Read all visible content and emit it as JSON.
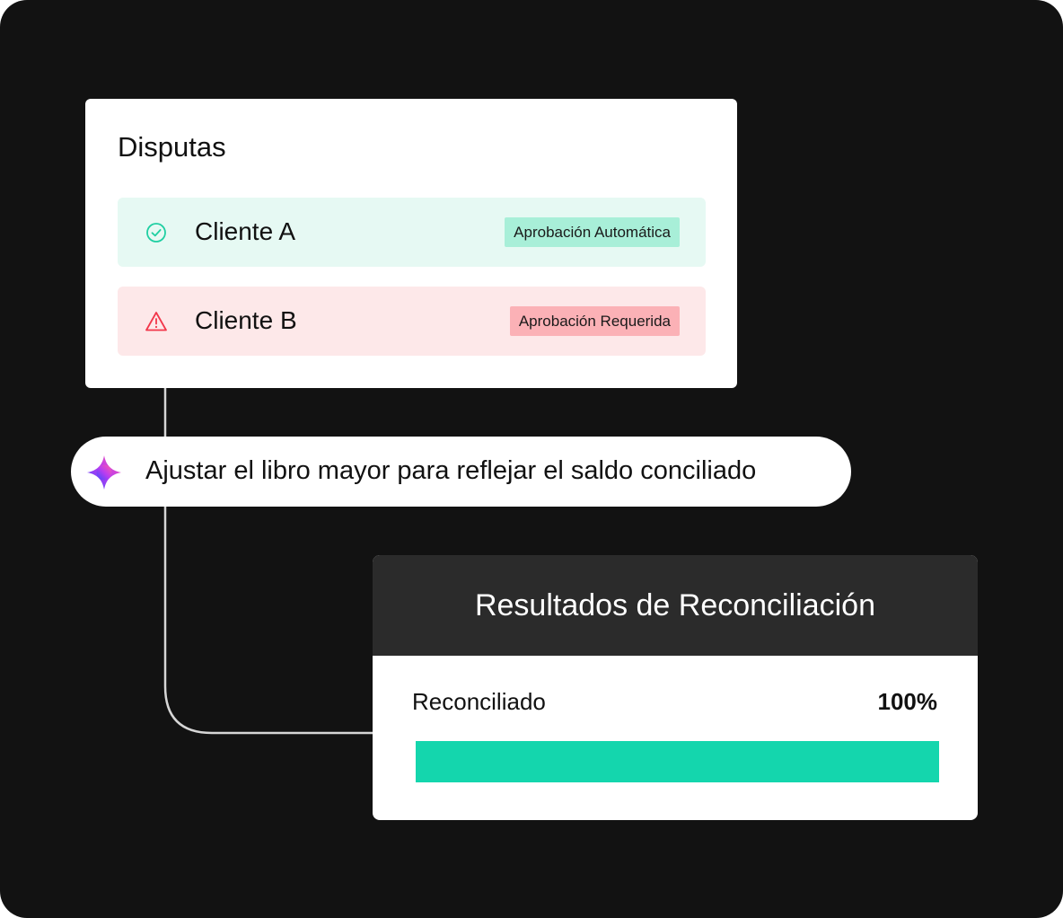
{
  "disputes": {
    "title": "Disputas",
    "clients": [
      {
        "name": "Cliente A",
        "status": "Aprobación Automática",
        "icon": "check-circle-icon",
        "color": "#1fcfa2"
      },
      {
        "name": "Cliente B",
        "status": "Aprobación Requerida",
        "icon": "warning-triangle-icon",
        "color": "#f2364a"
      }
    ]
  },
  "prompt": {
    "icon": "ai-sparkle-icon",
    "text": "Ajustar el libro mayor para reflejar el saldo conciliado"
  },
  "results": {
    "title": "Resultados de Reconciliación",
    "label": "Reconciliado",
    "value": "100%",
    "progress_fraction": 1.0,
    "accent": "#14d6ad"
  }
}
